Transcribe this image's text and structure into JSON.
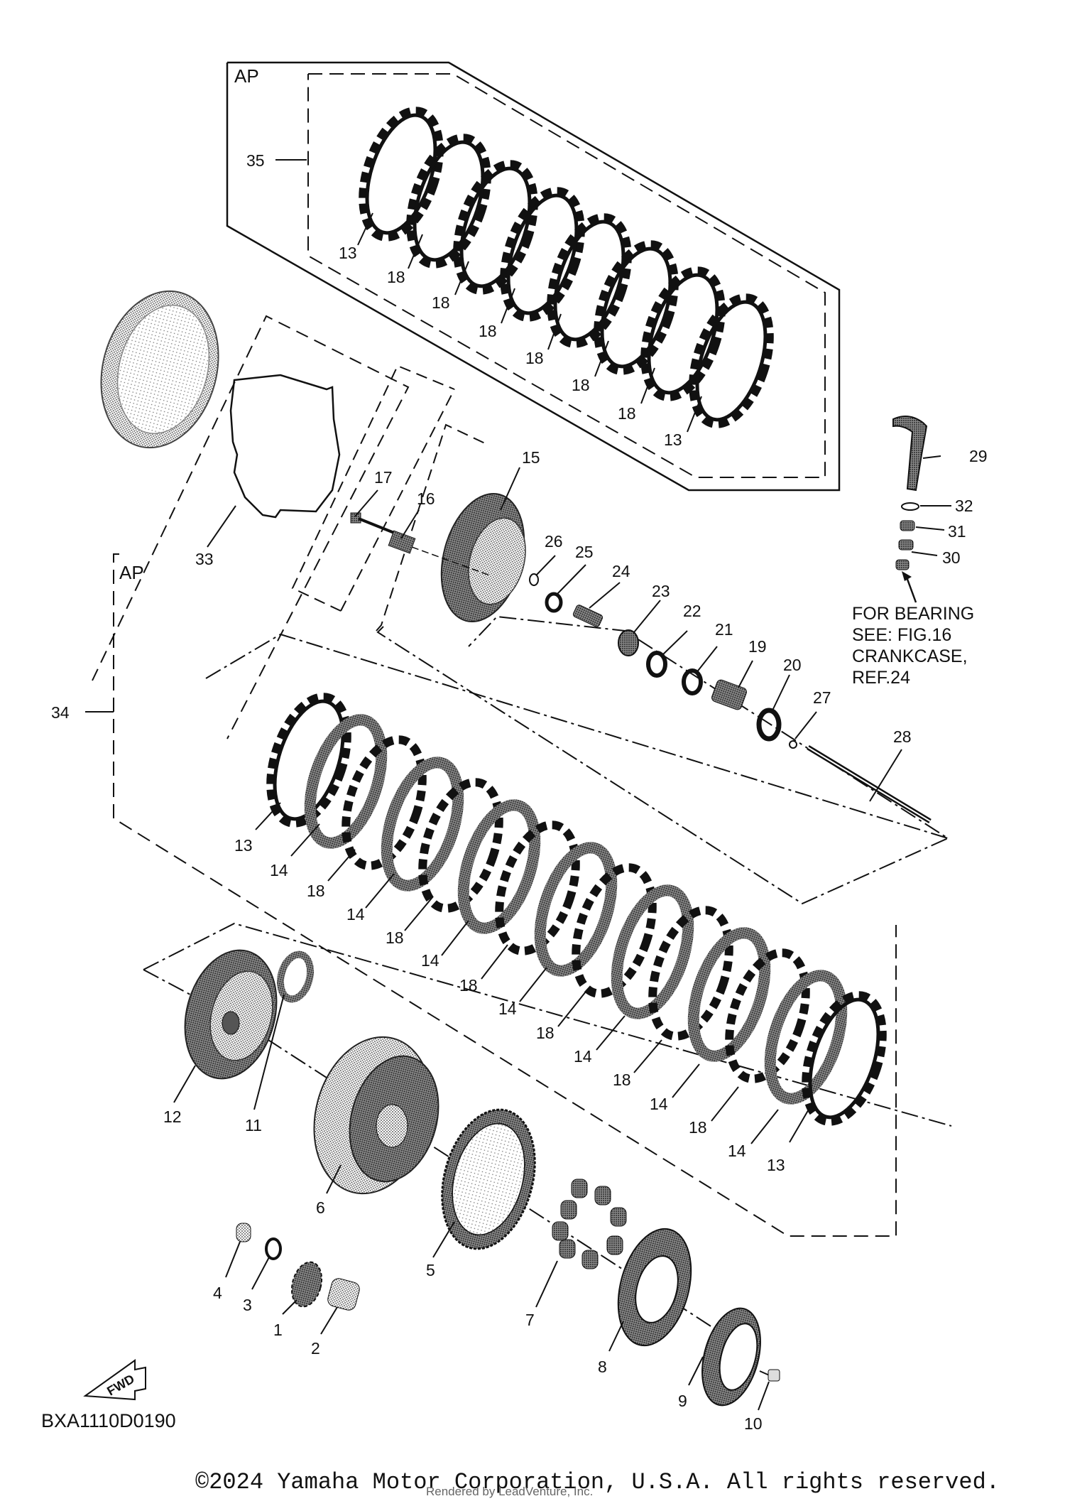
{
  "diagram": {
    "part_code": "BXA1110D0190",
    "fwd_badge": "FWD",
    "ap_label": "AP",
    "note_lines": [
      "FOR BEARING",
      "SEE: FIG.16",
      "CRANKCASE,",
      "REF.24"
    ],
    "callouts": {
      "n1": "1",
      "n2": "2",
      "n3": "3",
      "n4": "4",
      "n5": "5",
      "n6": "6",
      "n7": "7",
      "n8": "8",
      "n9": "9",
      "n10": "10",
      "n11": "11",
      "n12": "12",
      "n13": "13",
      "n14": "14",
      "n15": "15",
      "n16": "16",
      "n17": "17",
      "n18": "18",
      "n19": "19",
      "n20": "20",
      "n21": "21",
      "n22": "22",
      "n23": "23",
      "n24": "24",
      "n25": "25",
      "n26": "26",
      "n27": "27",
      "n28": "28",
      "n29": "29",
      "n30": "30",
      "n31": "31",
      "n32": "32",
      "n33": "33",
      "n34": "34",
      "n35": "35"
    }
  },
  "footer": {
    "copyright": "©2024 Yamaha Motor Corporation, U.S.A. All rights reserved.",
    "rendered_by": "Rendered by LeadVenture, Inc."
  }
}
